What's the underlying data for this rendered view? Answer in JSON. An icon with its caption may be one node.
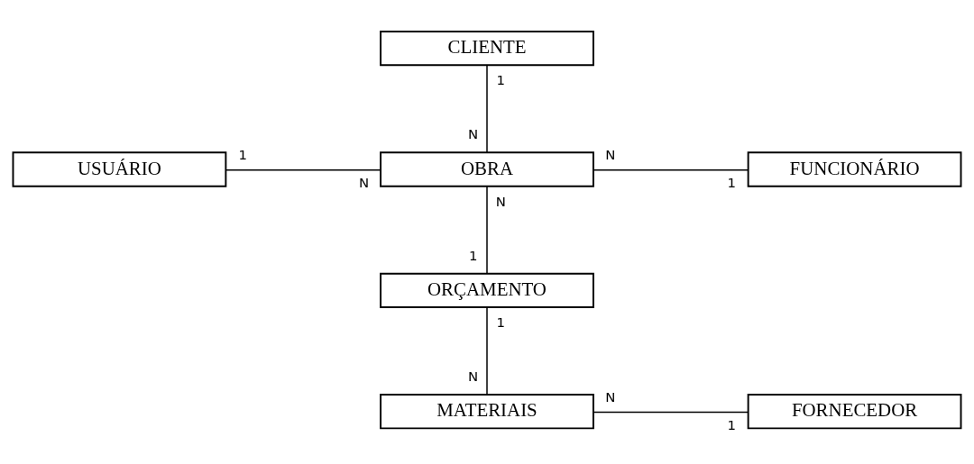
{
  "diagram": {
    "nodes": [
      {
        "text": [
          "CLIENTE"
        ]
      },
      {
        "text": [
          "USUÁRIO"
        ]
      },
      {
        "text": [
          "OBRA"
        ]
      },
      {
        "text": [
          "FUNCIONÁRIO"
        ]
      },
      {
        "text": [
          "ORÇAMENTO"
        ]
      },
      {
        "text": [
          "MATERIAIS"
        ]
      },
      {
        "text": [
          "FORNECEDOR"
        ]
      }
    ],
    "edges": [
      {
        "from": 0,
        "to": 2,
        "arrow": "none"
      },
      {
        "from": 1,
        "to": 2,
        "arrow": "none"
      },
      {
        "from": 2,
        "to": 3,
        "arrow": "none"
      },
      {
        "from": 2,
        "to": 4,
        "arrow": "none"
      },
      {
        "from": 4,
        "to": 5,
        "arrow": "none"
      },
      {
        "from": 5,
        "to": 6,
        "arrow": "none"
      }
    ],
    "labels": [
      "1",
      "N",
      "1",
      "N",
      "N",
      "1",
      "N",
      "1",
      "1",
      "N",
      "N",
      "1"
    ]
  }
}
